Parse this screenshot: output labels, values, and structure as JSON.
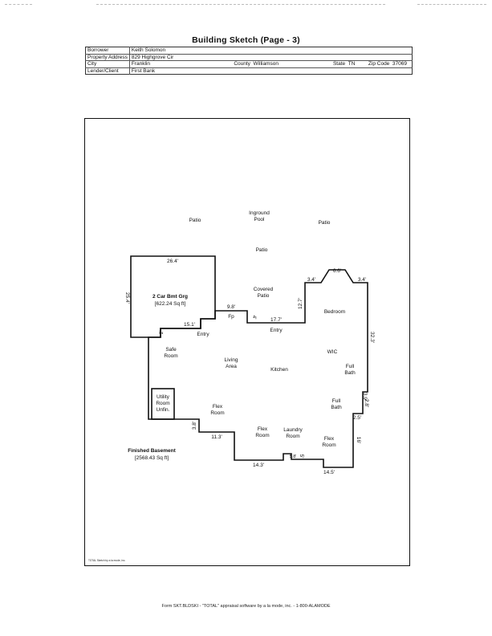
{
  "title": "Building Sketch (Page - 3)",
  "info": {
    "borrower_label": "Borrower",
    "borrower": "Keith Solomon",
    "property_label": "Property Address",
    "property": "829 Highgrove Cir",
    "city_label": "City",
    "city": "Franklin",
    "county_label": "County",
    "county": "Williamson",
    "state_label": "State",
    "state": "TN",
    "zip_label": "Zip Code",
    "zip": "37069",
    "lender_label": "Lender/Client",
    "lender": "First Bank"
  },
  "sketch": {
    "patio_left": "Patio",
    "pool_l1": "Inground",
    "pool_l2": "Pool",
    "patio_right": "Patio",
    "patio_center": "Patio",
    "covered_l1": "Covered",
    "covered_l2": "Patio",
    "garage_label": "2 Car Bmt Grg",
    "garage_area": "[622.24 Sq ft]",
    "fp": "Fp",
    "entry1": "Entry",
    "entry2": "Entry",
    "bedroom": "Bedroom",
    "safe_l1": "Safe",
    "safe_l2": "Room",
    "living_l1": "Living",
    "living_l2": "Area",
    "kitchen": "Kitchen",
    "wic": "WIC",
    "fullbath1_l1": "Full",
    "fullbath1_l2": "Bath",
    "fullbath2_l1": "Full",
    "fullbath2_l2": "Bath",
    "utility_l1": "Utility",
    "utility_l2": "Room",
    "utility_l3": "Unfin.",
    "flex1_l1": "Flex",
    "flex1_l2": "Room",
    "flex2_l1": "Flex",
    "flex2_l2": "Room",
    "laundry_l1": "Laundry",
    "laundry_l2": "Room",
    "flex3_l1": "Flex",
    "flex3_l2": "Room",
    "basement_label": "Finished Basement",
    "basement_area": "[2568.43 Sq ft]",
    "dims": {
      "d26_4": "26.4'",
      "d25_4": "25.4'",
      "d15_1": "15.1'",
      "d2": "2'",
      "d9_8": "9.8'",
      "d4": "4'",
      "d17_7": "17.7'",
      "d12_7": "12.7'",
      "d3_4a": "3.4'",
      "d6_6": "6.6'",
      "d3_4b": "3.4'",
      "d32_3": "32.3'",
      "d3_9": "3.9'",
      "d2_8": "2.8'",
      "d3_8": "3.8'",
      "d11_3": "11.3'",
      "d14_3": "14.3'",
      "d5_8": "5.8'",
      "d5": "5'",
      "d14_5": "14.5'",
      "d16": "16'"
    }
  },
  "credit": "TOTAL Sketch by a la mode, inc.",
  "footer": "Form SKT.BLDSKI - \"TOTAL\" appraisal software by a la mode, inc. - 1-800-ALAMODE"
}
